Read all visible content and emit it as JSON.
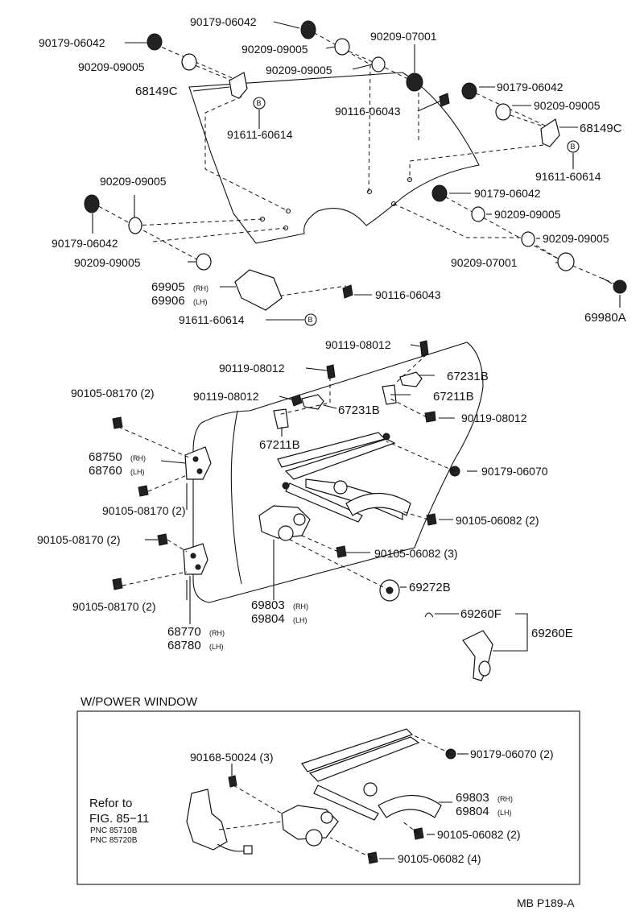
{
  "diagram": {
    "section_title": "W/POWER WINDOW",
    "code": "MB P189-A",
    "refer": {
      "line1": "Refor to",
      "line2": "FIG. 85−11",
      "pnc1": "PNC 85710B",
      "pnc2": "PNC 85720B"
    },
    "labels": {
      "p90179_06042_a": "90179-06042",
      "p90179_06042_b": "90179-06042",
      "p90209_09005_a": "90209-09005",
      "p90209_09005_b": "90209-09005",
      "p90209_09005_c": "90209-09005",
      "p68149c_a": "68149C",
      "p91611_60614_a": "91611-60614",
      "p90209_07001_a": "90209-07001",
      "p90179_06042_c": "90179-06042",
      "p90116_06043_a": "90116-06043",
      "p90209_09005_d": "90209-09005",
      "p68149c_b": "68149C",
      "p91611_60614_b": "91611-60614",
      "p90209_09005_e": "90209-09005",
      "p90179_06042_d": "90179-06042",
      "p90179_06042_e": "90179-06042",
      "p90209_09005_f": "90209-09005",
      "p90209_09005_g": "90209-09005",
      "p90209_09005_h": "90209-09005",
      "p90209_07001_b": "90209-07001",
      "p69905": "69905",
      "p69906": "69906",
      "p90116_06043_b": "90116-06043",
      "p91611_60614_c": "91611-60614",
      "p69980a": "69980A",
      "p90119_08012_a": "90119-08012",
      "p90119_08012_b": "90119-08012",
      "p67231b_a": "67231B",
      "p90119_08012_c": "90119-08012",
      "p67211b_a": "67211B",
      "p67231b_b": "67231B",
      "p90119_08012_d": "90119-08012",
      "p67211b_b": "67211B",
      "p90105_08170_a": "90105-08170 (2)",
      "p68750": "68750",
      "p68760": "68760",
      "p90179_06070_a": "90179-06070",
      "p90105_08170_b": "90105-08170 (2)",
      "p90105_06082_a": "90105-06082 (2)",
      "p90105_08170_c": "90105-08170 (2)",
      "p90105_06082_b": "90105-06082 (3)",
      "p90105_08170_d": "90105-08170 (2)",
      "p69272b": "69272B",
      "p69803_a": "69803",
      "p69804_a": "69804",
      "p69260f": "69260F",
      "p69260e": "69260E",
      "p68770": "68770",
      "p68780": "68780",
      "p90168_50024": "90168-50024 (3)",
      "p90179_06070_b": "90179-06070 (2)",
      "p69803_b": "69803",
      "p69804_b": "69804",
      "p90105_06082_c": "90105-06082 (2)",
      "p90105_06082_d": "90105-06082 (4)"
    },
    "side_marks": {
      "rh": "(RH)",
      "lh": "(LH)"
    },
    "bolt_marker": "B"
  }
}
